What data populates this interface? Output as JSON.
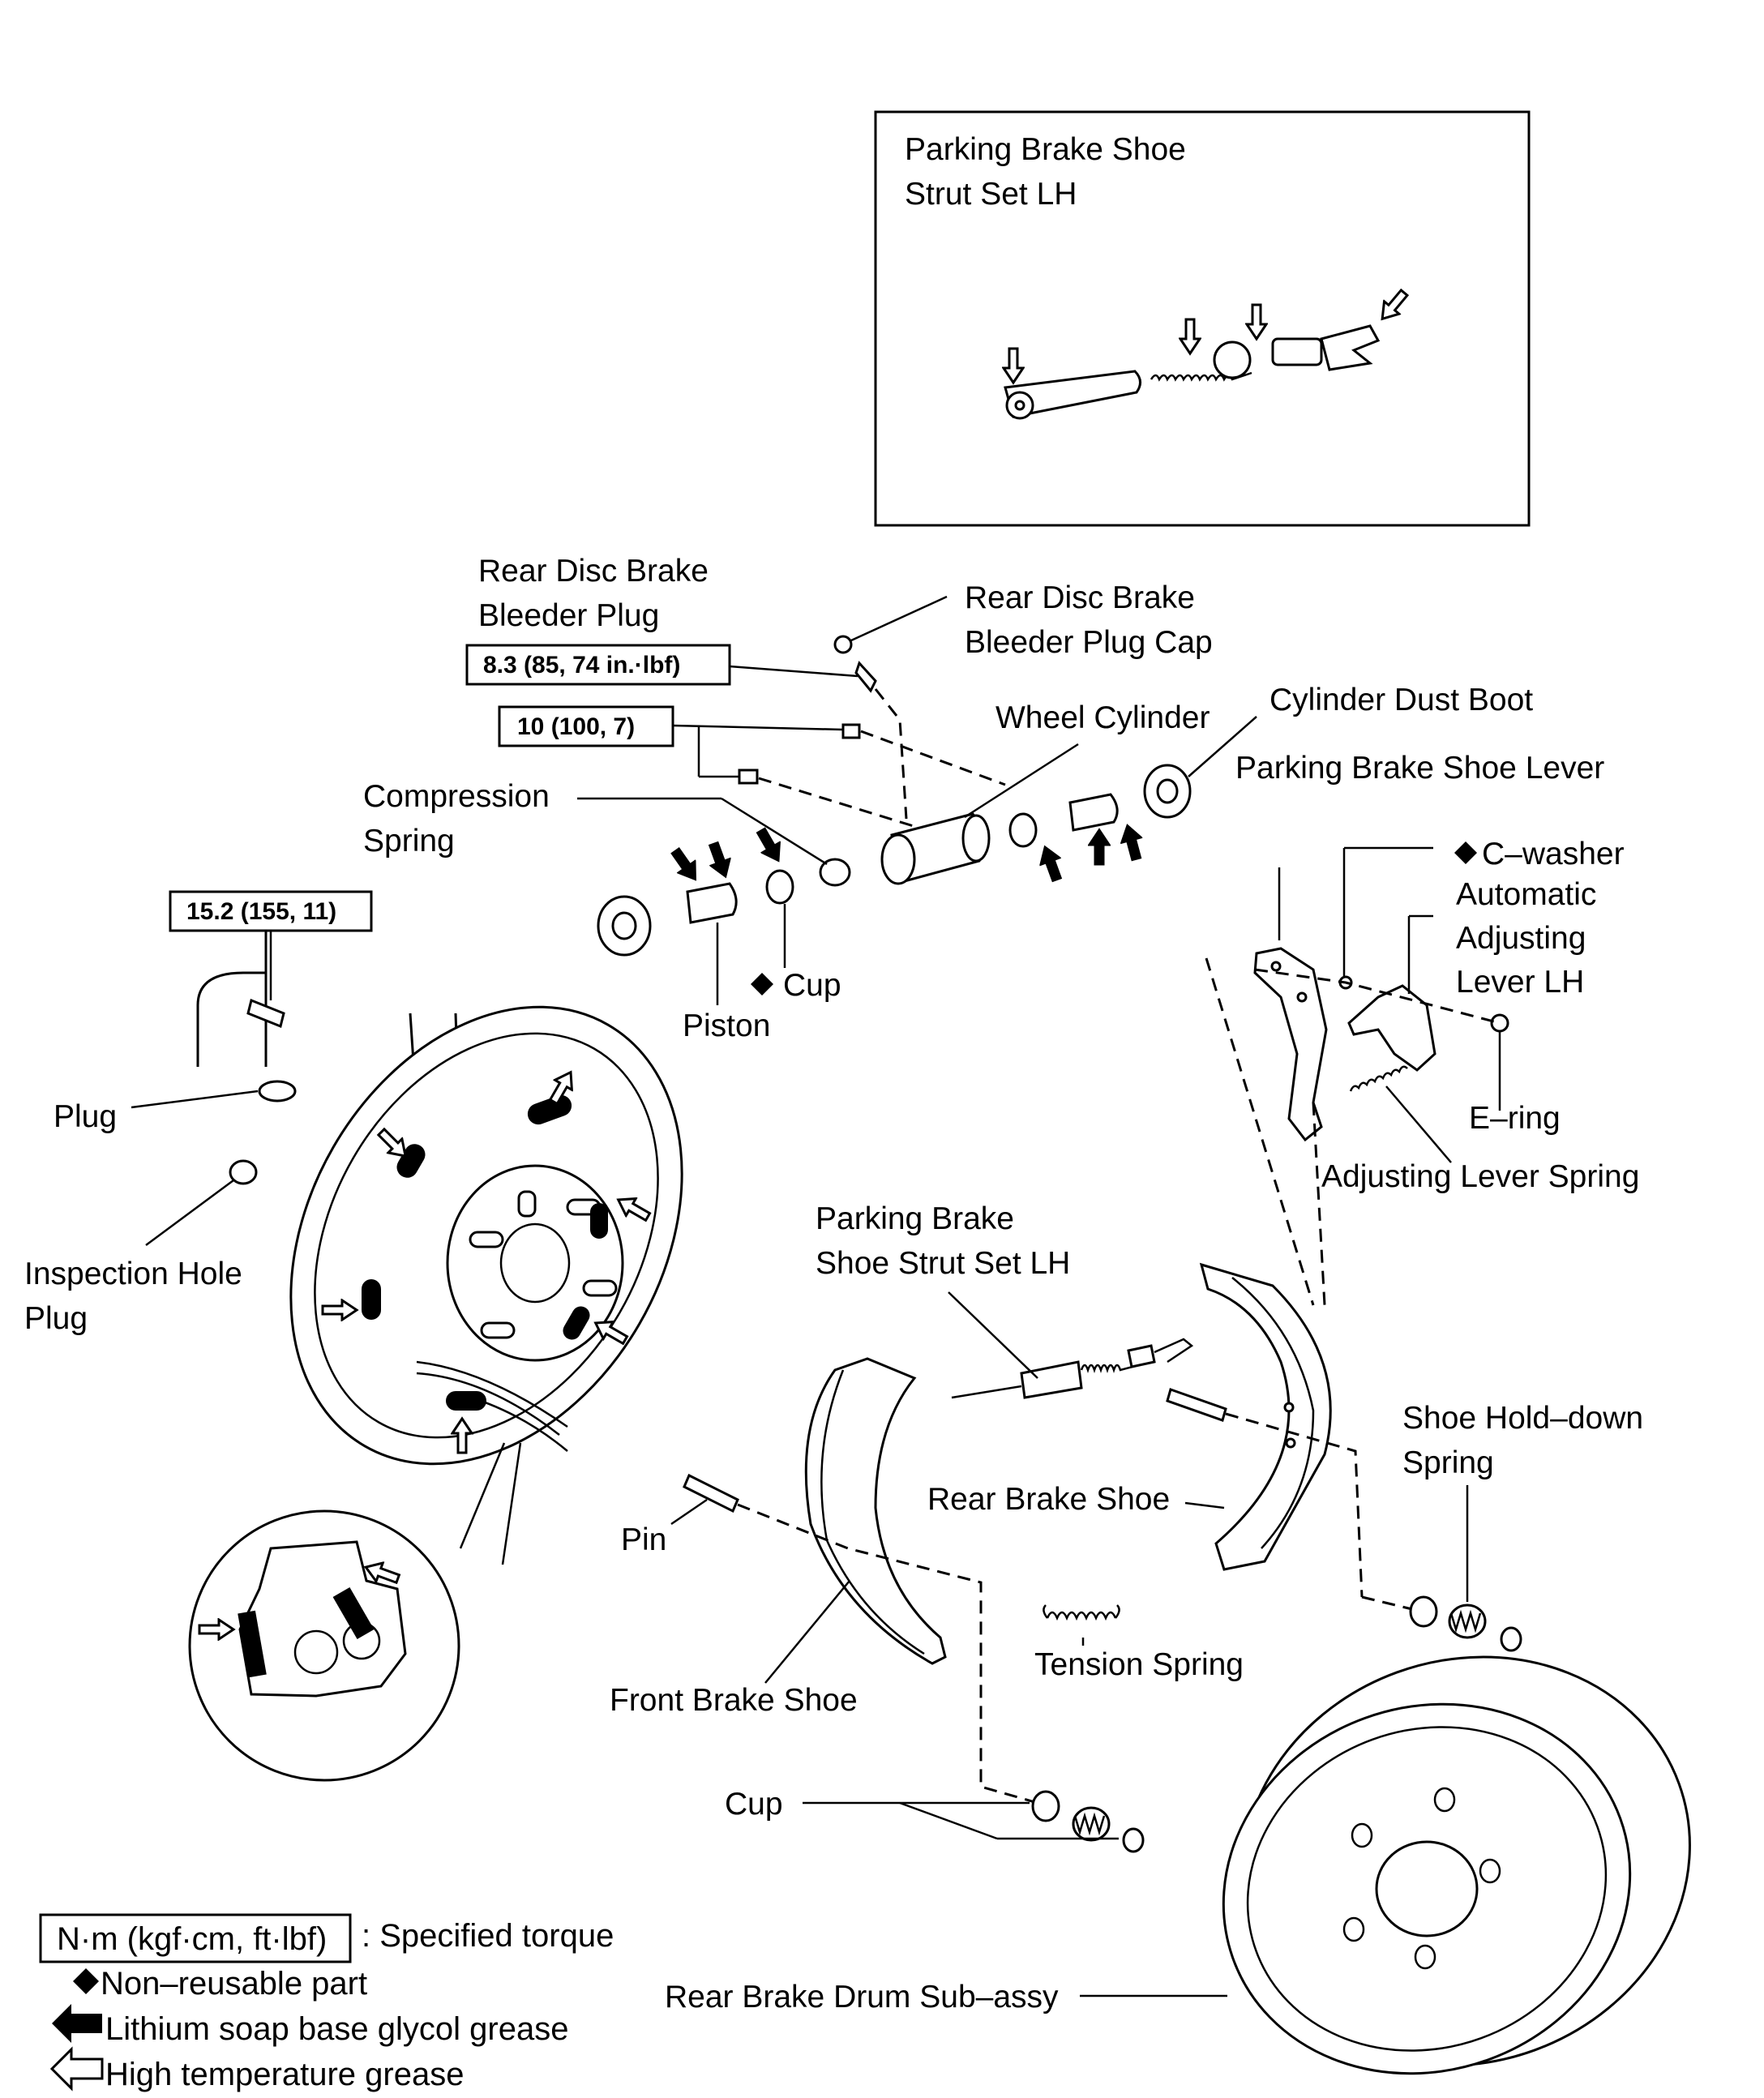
{
  "inset": {
    "title_line1": "Parking Brake Shoe",
    "title_line2": "Strut Set LH"
  },
  "labels": {
    "bleeder_plug_1": "Rear Disc Brake",
    "bleeder_plug_2": "Bleeder Plug",
    "bleeder_cap_1": "Rear Disc Brake",
    "bleeder_cap_2": "Bleeder Plug Cap",
    "wheel_cylinder": "Wheel Cylinder",
    "cylinder_dust_boot": "Cylinder Dust Boot",
    "parking_brake_shoe_lever": "Parking Brake Shoe Lever",
    "c_washer": "C–washer",
    "auto_adj_1": "Automatic",
    "auto_adj_2": "Adjusting",
    "auto_adj_3": "Lever LH",
    "compression_spring_1": "Compression",
    "compression_spring_2": "Spring",
    "cup_upper": "Cup",
    "piston": "Piston",
    "plug": "Plug",
    "inspection_hole_plug_1": "Inspection  Hole",
    "inspection_hole_plug_2": "Plug",
    "e_ring": "E–ring",
    "adjusting_lever_spring": "Adjusting Lever Spring",
    "strut_set_1": "Parking Brake",
    "strut_set_2": "Shoe Strut Set LH",
    "shoe_hold_down_1": "Shoe Hold–down",
    "shoe_hold_down_2": "Spring",
    "rear_brake_shoe": "Rear Brake Shoe",
    "pin": "Pin",
    "tension_spring": "Tension Spring",
    "front_brake_shoe": "Front Brake Shoe",
    "cup_lower": "Cup",
    "rear_brake_drum": "Rear Brake Drum Sub–assy"
  },
  "torques": {
    "bleeder_plug": "8.3 (85, 74 in.·lbf)",
    "wheel_cylinder_bolt": "10 (100, 7)",
    "brake_line": "15.2 (155, 11)"
  },
  "legend": {
    "torque_box": "N·m (kgf·cm, ft·lbf)",
    "torque_desc": ": Specified torque",
    "non_reusable": "Non–reusable part",
    "lithium_grease": "Lithium soap base glycol grease",
    "high_temp_grease": "High temperature grease"
  },
  "icons": {
    "non_reusable": "diamond-icon",
    "lithium_grease": "solid-arrow-icon",
    "high_temp_grease": "hollow-arrow-icon"
  }
}
